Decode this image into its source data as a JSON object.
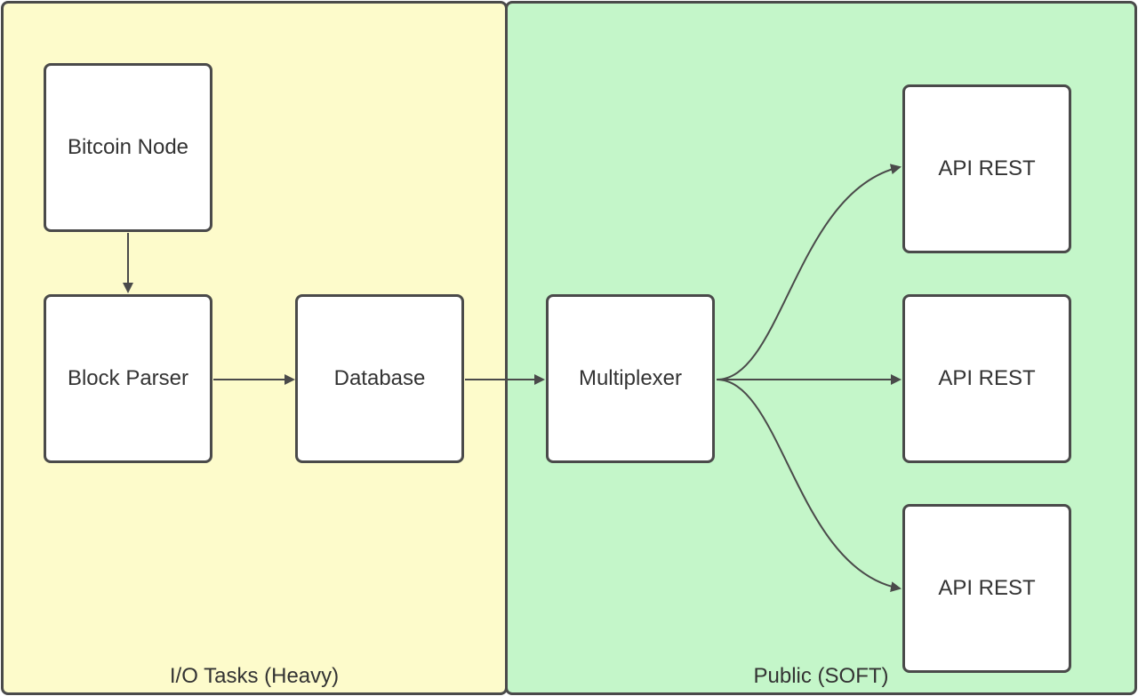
{
  "zones": {
    "io": {
      "label": "I/O Tasks (Heavy)",
      "color": "#fdfbcb"
    },
    "public": {
      "label": "Public (SOFT)",
      "color": "#c4f6c9"
    }
  },
  "nodes": {
    "bitcoin_node": "Bitcoin Node",
    "block_parser": "Block Parser",
    "database": "Database",
    "multiplexer": "Multiplexer",
    "api_rest_1": "API REST",
    "api_rest_2": "API REST",
    "api_rest_3": "API REST"
  },
  "edges": [
    {
      "from": "bitcoin_node",
      "to": "block_parser"
    },
    {
      "from": "block_parser",
      "to": "database"
    },
    {
      "from": "database",
      "to": "multiplexer"
    },
    {
      "from": "multiplexer",
      "to": "api_rest_1"
    },
    {
      "from": "multiplexer",
      "to": "api_rest_2"
    },
    {
      "from": "multiplexer",
      "to": "api_rest_3"
    }
  ],
  "colors": {
    "stroke": "#4a4a4a",
    "node_fill": "#ffffff",
    "text": "#333333"
  }
}
